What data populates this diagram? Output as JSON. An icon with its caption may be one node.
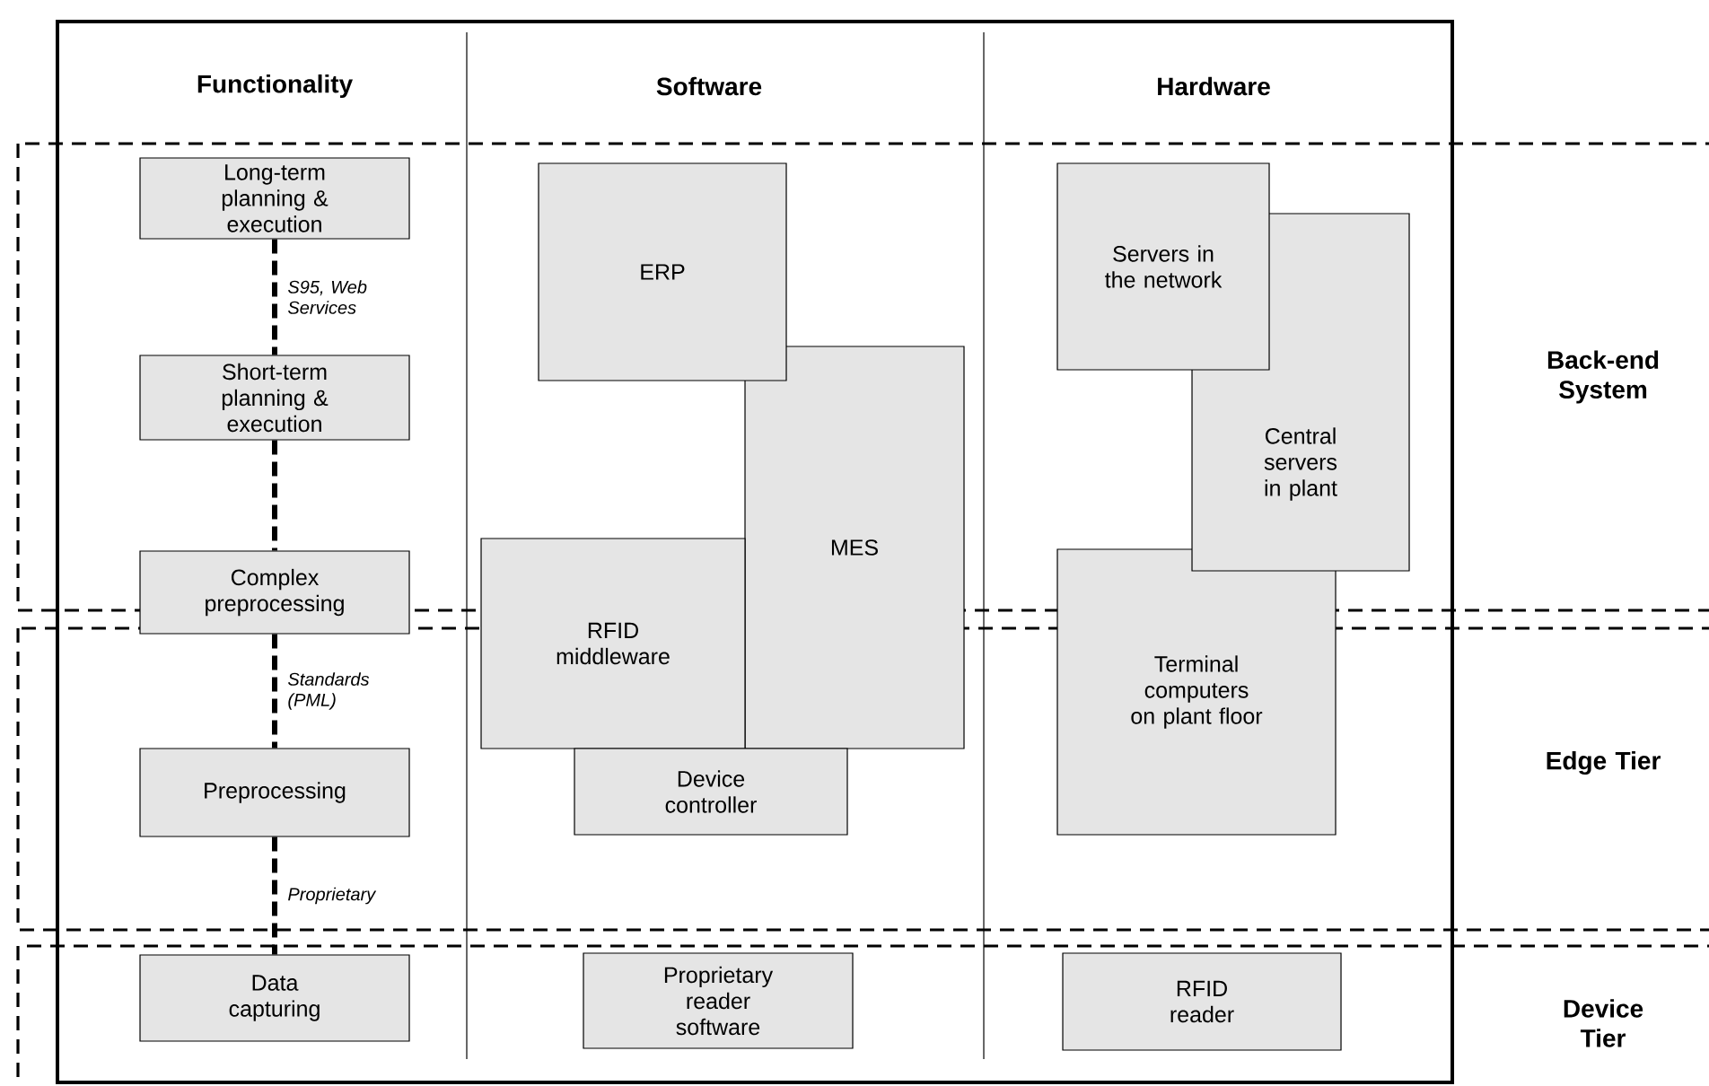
{
  "diagram": {
    "nodes": [
      {
        "text": [
          "Long-term planning & execution"
        ]
      },
      {
        "text": [
          "Short-term planning & execution"
        ]
      },
      {
        "text": [
          "Complex preprocessing"
        ]
      },
      {
        "text": [
          "Preprocessing"
        ]
      },
      {
        "text": [
          "Data capturing"
        ]
      },
      {
        "text": [
          "ERP"
        ]
      },
      {
        "text": [
          "MES"
        ]
      },
      {
        "text": [
          "RFID middleware"
        ]
      },
      {
        "text": [
          "Device controller"
        ]
      },
      {
        "text": [
          "Proprietary reader software"
        ]
      },
      {
        "text": [
          "Servers in the network"
        ]
      },
      {
        "text": [
          "Central servers in plant"
        ]
      },
      {
        "text": [
          "Terminal computers on plant floor"
        ]
      },
      {
        "text": [
          "RFID reader"
        ]
      }
    ],
    "edges": [
      {
        "from": 0,
        "to": 1,
        "arrow": "none",
        "label": "S95, Web Services"
      },
      {
        "from": 1,
        "to": 2,
        "arrow": "none"
      },
      {
        "from": 2,
        "to": 3,
        "arrow": "none",
        "label": "Standards (PML)"
      },
      {
        "from": 3,
        "to": 4,
        "arrow": "none",
        "label": "Proprietary"
      }
    ],
    "labels": [
      "Functionality",
      "Software",
      "Hardware",
      "Back-end System",
      "Edge Tier",
      "Device Tier"
    ]
  }
}
